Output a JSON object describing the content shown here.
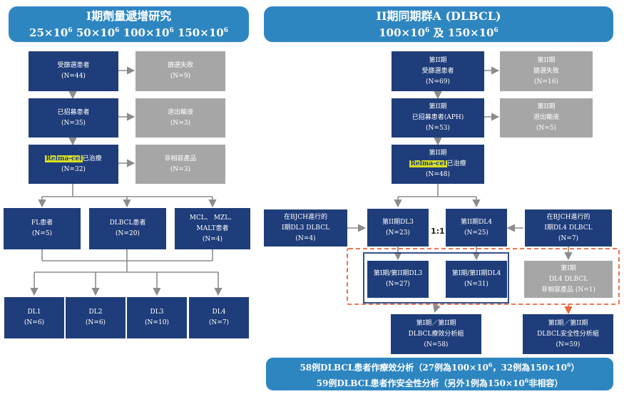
{
  "left_banner": {
    "line1": "I期劑量遞增研究",
    "doses": [
      {
        "base": "25×10",
        "exp": "6"
      },
      {
        "base": "50×10",
        "exp": "6"
      },
      {
        "base": "100×10",
        "exp": "6"
      },
      {
        "base": "150×10",
        "exp": "6"
      }
    ]
  },
  "right_banner": {
    "line1": "II期同期群A (DLBCL)",
    "line2_a": "100×10",
    "line2_b": " 及 150×10",
    "exp": "6"
  },
  "left_flow": {
    "screened": {
      "label": "受篩選患者",
      "n": "(N=44)"
    },
    "screen_fail": {
      "label": "篩選失敗",
      "n": "(N=9)"
    },
    "enrolled": {
      "label": "已招募患者",
      "n": "(N=35)"
    },
    "withdrew": {
      "label": "退出輸液",
      "n": "(N=3)"
    },
    "treated": {
      "prefix": "Relma-cel",
      "label": "已治療",
      "n": "(N=32)"
    },
    "nonconforming": {
      "label": "非相容產品",
      "n": "(N=3)"
    },
    "fl": {
      "label": "FL患者",
      "n": "(N=5)"
    },
    "dlbcl": {
      "label": "DLBCL患者",
      "n": "(N=20)"
    },
    "mcl": {
      "line1": "MCL、 MZL、",
      "line2": "MALT患者",
      "n": "(N=4)"
    },
    "dl1": {
      "label": "DL1",
      "n": "(N=6)"
    },
    "dl2": {
      "label": "DL2",
      "n": "(N=6)"
    },
    "dl3": {
      "label": "DL3",
      "n": "(N=10)"
    },
    "dl4": {
      "label": "DL4",
      "n": "(N=7)"
    }
  },
  "right_flow": {
    "screened": {
      "line1": "第II期",
      "line2": "受篩選患者",
      "n": "(N=69)"
    },
    "screen_fail": {
      "line1": "第II期",
      "line2": "篩選失敗",
      "n": "(N=16)"
    },
    "enrolled": {
      "line1": "第II期",
      "line2": "已招募患者(APH)",
      "n": "(N=53)"
    },
    "withdrew": {
      "line1": "第II期",
      "line2": "退出輸液",
      "n": "(N=5)"
    },
    "treated": {
      "line1": "第II期",
      "prefix": "Relma-cel",
      "label": "已治療",
      "n": "(N=48)"
    },
    "bjch_dl3": {
      "line1": "在BJCH進行的",
      "line2": "I期DL3 DLBCL",
      "n": "(N=4)"
    },
    "p2_dl3": {
      "label": "第II期DL3",
      "n": "(N=23)"
    },
    "ratio": "1:1",
    "p2_dl4": {
      "label": "第II期DL4",
      "n": "(N=25)"
    },
    "bjch_dl4": {
      "line1": "在BJCH進行的",
      "line2": "I期DL4 DLBCL",
      "n": "(N=7)"
    },
    "p12_dl3": {
      "label": "第I期/第II期DL3",
      "n": "(N=27)"
    },
    "p12_dl4": {
      "label": "第I期/第II期DL4",
      "n": "(N=31)"
    },
    "p1_dl4_nc": {
      "line1": "第I期",
      "line2": "DL4 DLBCL",
      "line3": "非相容產品 (N=1)"
    },
    "efficacy": {
      "line1": "第I期／第II期",
      "line2": "DLBCL療效分析組",
      "n": "(N=58)"
    },
    "safety": {
      "line1": "第I期／第II期",
      "line2": "DLBCL安全性分析組",
      "n": "(N=59)"
    }
  },
  "bottom_banner": {
    "line1_a": "58例DLBCL患者作療效分析（27例為100×10",
    "line1_b": "，32例為150×10",
    "line1_c": "）",
    "line2_a": "59例DLBCL患者作安全性分析（另外1例為150×10",
    "line2_b": "非相容）",
    "exp": "6"
  },
  "colors": {
    "navy": "#1f3d7a",
    "gray": "#a6a6a6",
    "banner": "#2e86c1",
    "highlight": "#d9e021",
    "dashed": "#e8643c"
  }
}
